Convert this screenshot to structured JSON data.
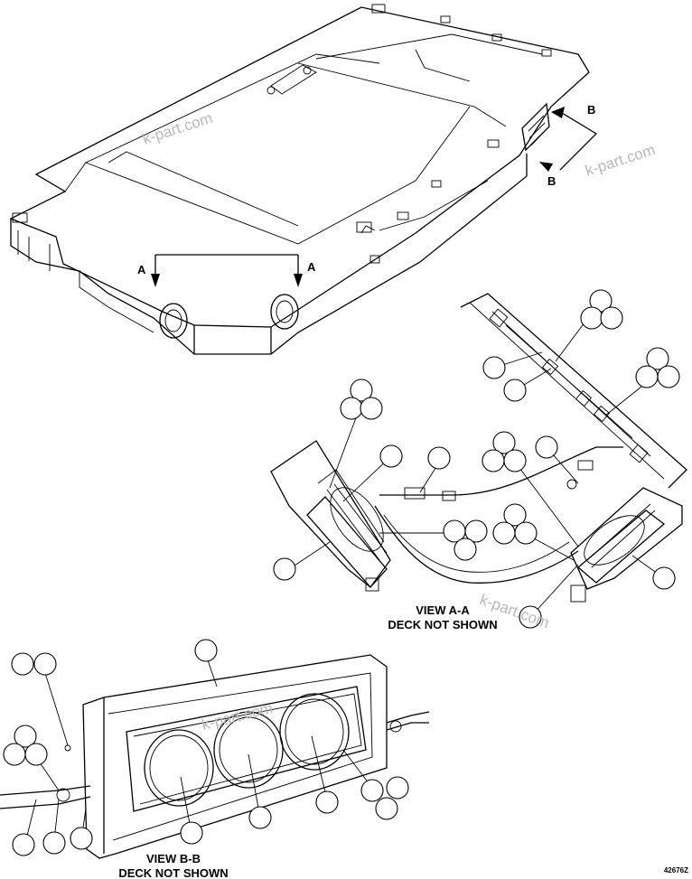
{
  "watermarks": [
    "k-part.com",
    "k-part.com",
    "k-part.com",
    "k-part.com"
  ],
  "section_arrows": {
    "a": "A",
    "b": "B"
  },
  "views": {
    "a": {
      "title": "VIEW A-A",
      "subtitle": "DECK NOT SHOWN"
    },
    "b": {
      "title": "VIEW B-B",
      "subtitle": "DECK NOT SHOWN"
    }
  },
  "figure_number": "42676Z"
}
